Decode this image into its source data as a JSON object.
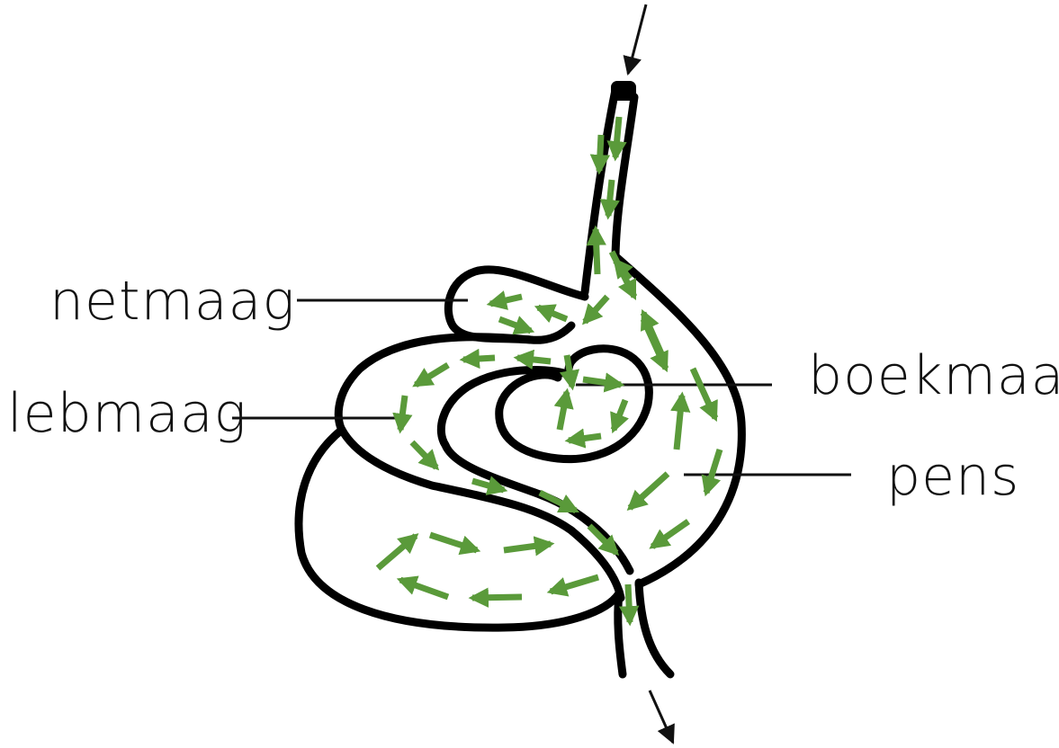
{
  "labels": {
    "netmaag": "netmaag",
    "lebmaag": "lebmaag",
    "boekmaag": "boekmaag",
    "pens": "pens"
  },
  "colors": {
    "outline": "#000000",
    "flow_arrows": "#5a9a3a",
    "background": "#ffffff",
    "text": "#111111"
  }
}
